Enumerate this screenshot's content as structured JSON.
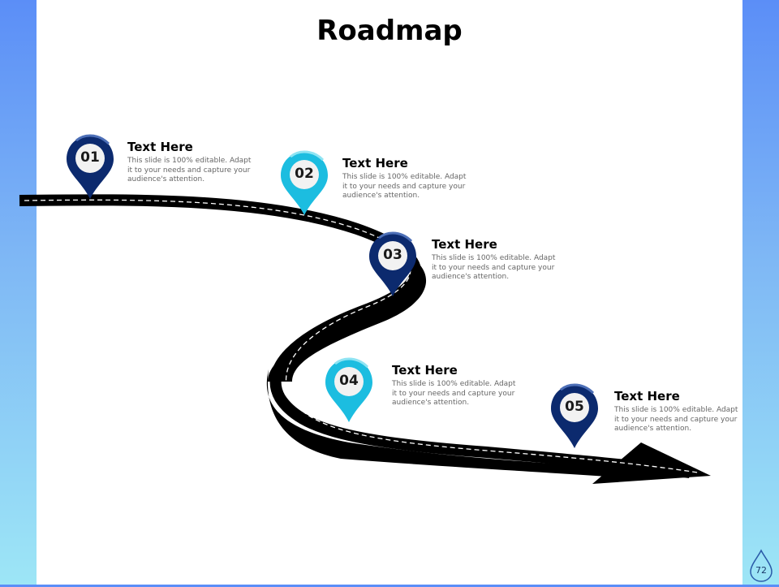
{
  "title": "Roadmap",
  "page_number": "72",
  "colors": {
    "dark_pin": "#0c2a6e",
    "light_pin": "#1cbde0",
    "road": "#000000",
    "road_dash": "#ffffff"
  },
  "milestones": [
    {
      "number": "01",
      "heading": "Text Here",
      "description": "This slide is 100% editable. Adapt it to your needs and capture your audience's attention.",
      "style": "dark"
    },
    {
      "number": "02",
      "heading": "Text Here",
      "description": "This slide is 100% editable. Adapt it to your needs and capture your audience's attention.",
      "style": "light"
    },
    {
      "number": "03",
      "heading": "Text Here",
      "description": "This slide is 100% editable. Adapt it to your needs and capture your audience's attention.",
      "style": "dark"
    },
    {
      "number": "04",
      "heading": "Text Here",
      "description": "This slide is 100% editable. Adapt it to your needs and capture your audience's attention.",
      "style": "light"
    },
    {
      "number": "05",
      "heading": "Text Here",
      "description": "This slide is 100% editable. Adapt it to your needs and capture your audience's attention.",
      "style": "dark"
    }
  ]
}
